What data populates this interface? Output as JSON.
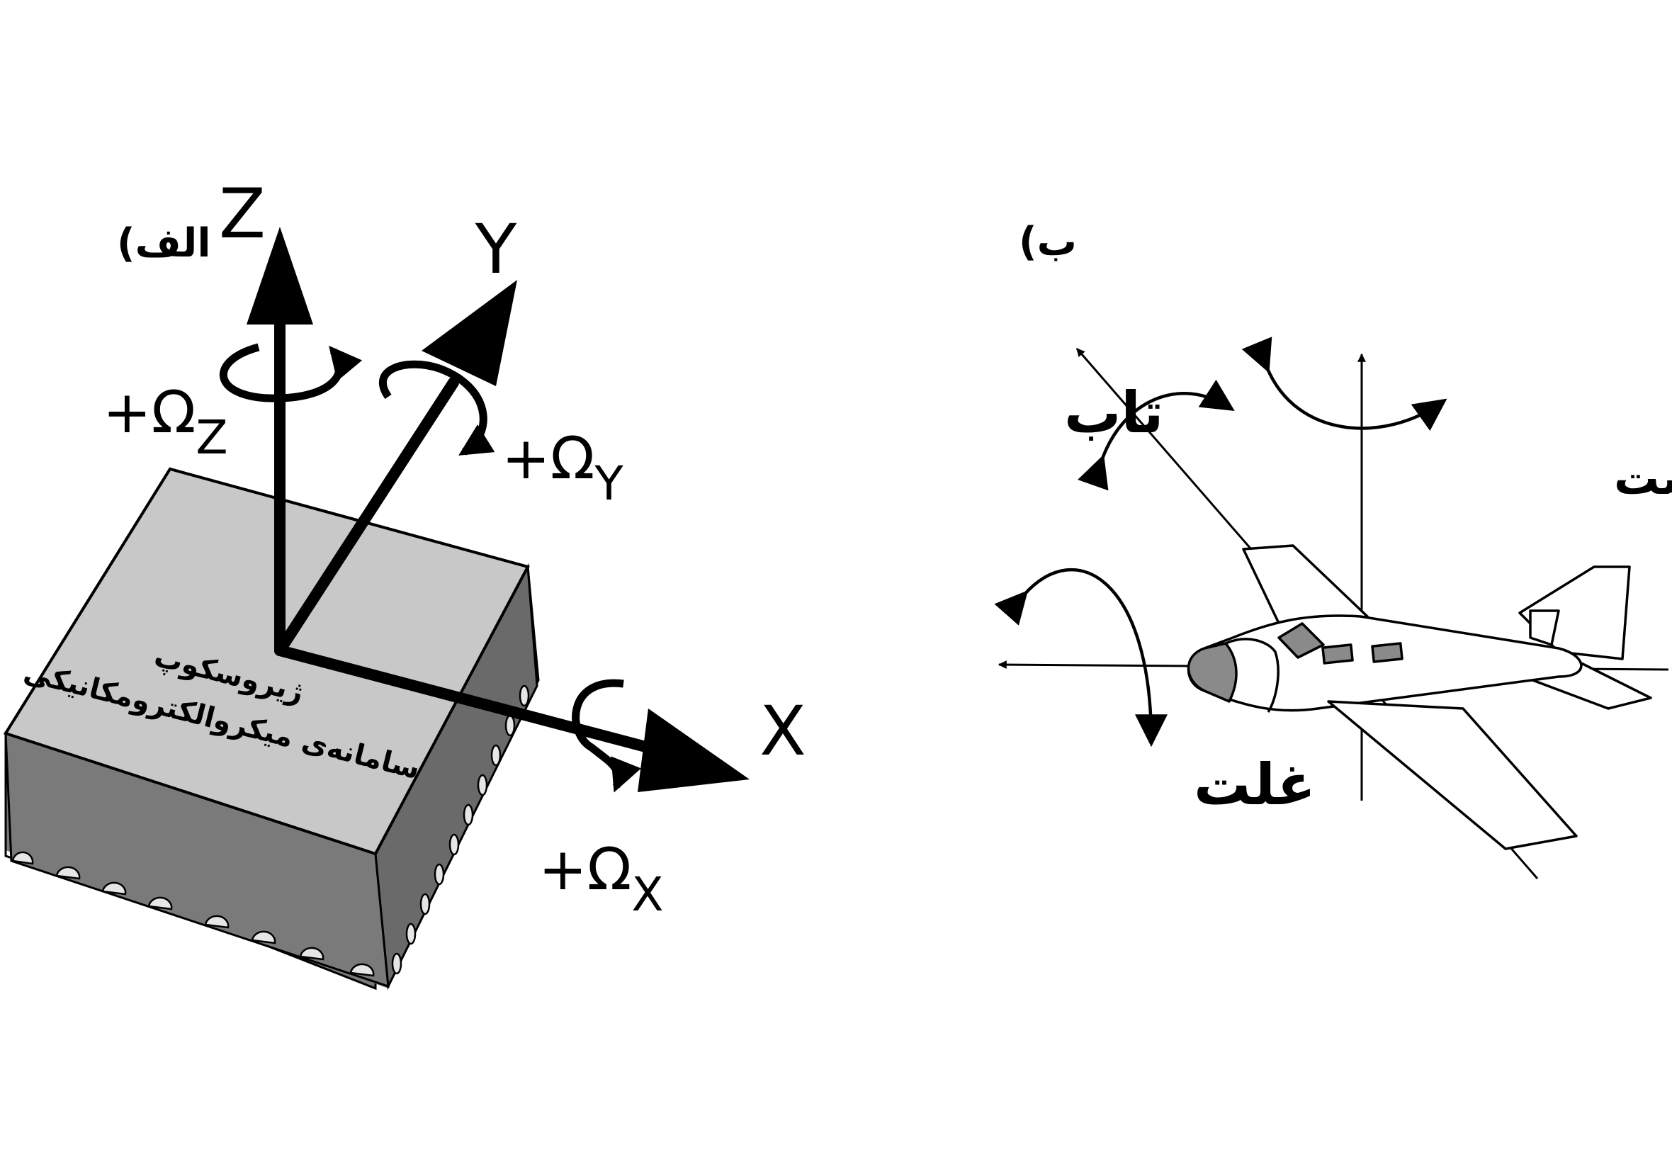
{
  "panel_a": {
    "label": "الف)",
    "axes": {
      "z": {
        "letter": "Z",
        "rate_plus": "+",
        "rate_symbol": "Ω",
        "rate_sub": "Z"
      },
      "y": {
        "letter": "Y",
        "rate_plus": "+",
        "rate_symbol": "Ω",
        "rate_sub": "Y"
      },
      "x": {
        "letter": "X",
        "rate_plus": "+",
        "rate_symbol": "Ω",
        "rate_sub": "X"
      }
    },
    "chip": {
      "line1": "ژیروسکوپ",
      "line2": "سامانه‌ی میکروالکترومکانیکی"
    }
  },
  "panel_b": {
    "label": "ب)",
    "roll": "تاب",
    "yaw": "سمت‌گشت",
    "pitch": "غلت"
  },
  "colors": {
    "chip_top": "#c8c8c8",
    "chip_front": "#7a7a7a",
    "chip_side": "#6a6a6a",
    "plane_window": "#8a8a8a"
  }
}
